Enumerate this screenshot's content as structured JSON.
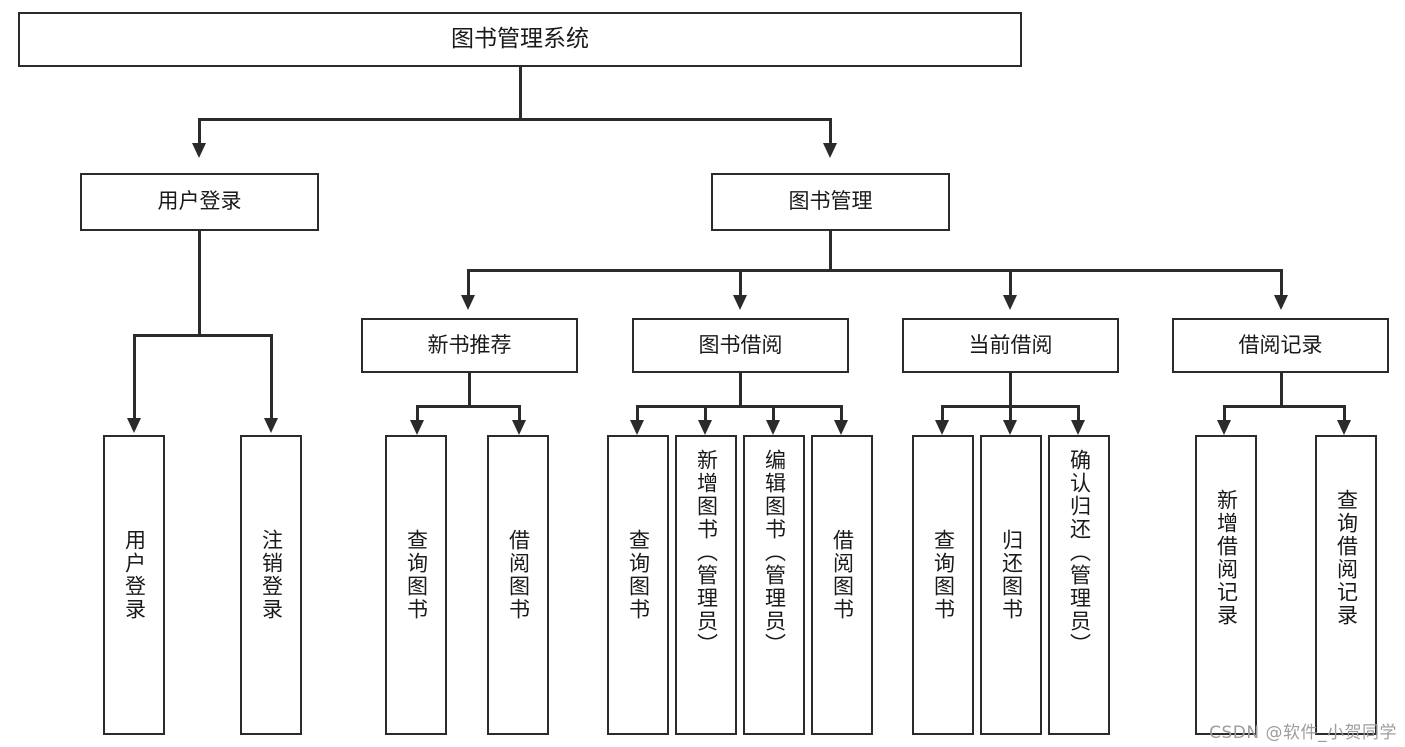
{
  "diagram": {
    "title": "图书管理系统",
    "type": "tree",
    "root": {
      "label": "图书管理系统"
    },
    "level1": [
      {
        "label": "用户登录"
      },
      {
        "label": "图书管理"
      }
    ],
    "level2": [
      {
        "label": "新书推荐"
      },
      {
        "label": "图书借阅"
      },
      {
        "label": "当前借阅"
      },
      {
        "label": "借阅记录"
      }
    ],
    "leaves": {
      "user_login": [
        {
          "label": "用户登录"
        },
        {
          "label": "注销登录"
        }
      ],
      "new_book_recommend": [
        {
          "label": "查询图书"
        },
        {
          "label": "借阅图书"
        }
      ],
      "book_borrow": [
        {
          "label": "查询图书"
        },
        {
          "label": "新增图书（管理员）"
        },
        {
          "label": "编辑图书（管理员）"
        },
        {
          "label": "借阅图书"
        }
      ],
      "current_borrow": [
        {
          "label": "查询图书"
        },
        {
          "label": "归还图书"
        },
        {
          "label": "确认归还（管理员）"
        }
      ],
      "borrow_record": [
        {
          "label": "新增借阅记录"
        },
        {
          "label": "查询借阅记录"
        }
      ]
    }
  },
  "watermark": {
    "text": "CSDN @软件_小贺同学"
  },
  "colors": {
    "background": "#ffffff",
    "stroke": "#2b2b2b",
    "text": "#1a1a1a",
    "watermark": "#9d9d9d"
  }
}
